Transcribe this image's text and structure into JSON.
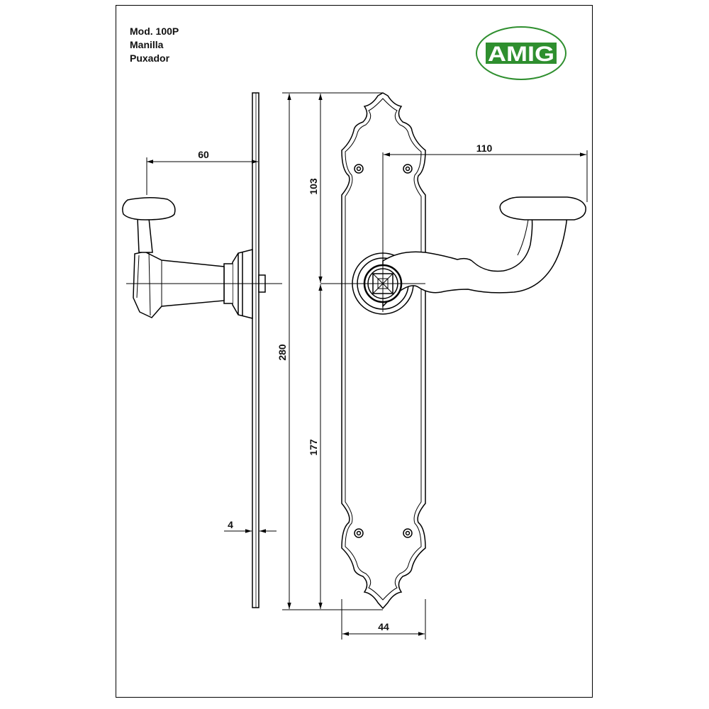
{
  "title": {
    "model": "Mod. 100P",
    "line2": "Manilla",
    "line3": "Puxador"
  },
  "logo": {
    "text": "AMIG",
    "color": "#2f8f2f"
  },
  "dimensions": {
    "handle_projection": "60",
    "plate_thickness": "4",
    "total_height": "280",
    "upper_height": "103",
    "lower_height": "177",
    "lever_length": "110",
    "plate_width": "44"
  }
}
